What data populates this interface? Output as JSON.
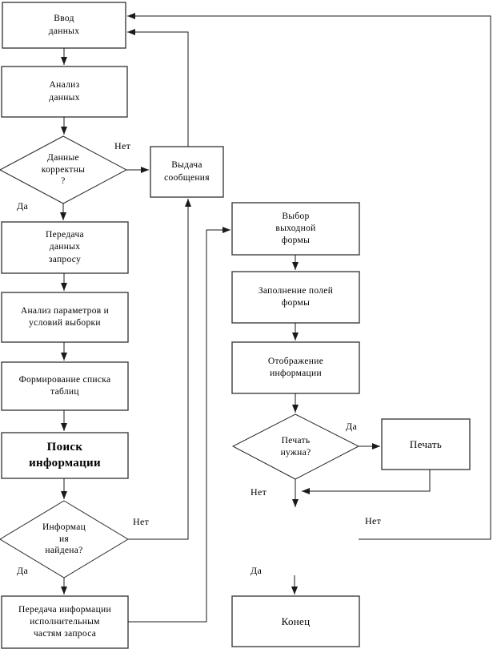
{
  "diagram": {
    "description": "Flowchart of a database query process (Russian)",
    "colors": {
      "background": "#ffffff",
      "line": "#1a1a1a",
      "box_border": "#3f3f3f",
      "text": "#000000"
    },
    "nodes": {
      "input_data": {
        "type": "process",
        "text": "Ввод\nданных"
      },
      "analyze_data": {
        "type": "process",
        "text": "Анализ\nданных"
      },
      "data_correct": {
        "type": "decision",
        "text": "Данные\nкорректны\n?"
      },
      "issue_message": {
        "type": "process",
        "text": "Выдача\nсообщения"
      },
      "transfer_request": {
        "type": "process",
        "text": "Передача\nданных\nзапросу"
      },
      "analyze_params": {
        "type": "process",
        "text": "Анализ параметров и\nусловий выборки"
      },
      "form_table_list": {
        "type": "process",
        "text": "Формирование списка\nтаблиц"
      },
      "search_info": {
        "type": "process",
        "text": "Поиск\nинформации"
      },
      "info_found": {
        "type": "decision",
        "text": "Информац\nия\nнайдена?"
      },
      "transfer_info": {
        "type": "process",
        "text": "Передача информации\nисполнительным\nчастям запроса"
      },
      "choose_output_form": {
        "type": "process",
        "text": "Выбор\nвыходной\nформы"
      },
      "fill_form_fields": {
        "type": "process",
        "text": "Заполнение полей\nформы"
      },
      "display_info": {
        "type": "process",
        "text": "Отображение\nинформации"
      },
      "print_needed": {
        "type": "decision",
        "text": "Печать\nнужна?"
      },
      "print": {
        "type": "process",
        "text": "Печать"
      },
      "end": {
        "type": "process",
        "text": "Конец"
      }
    },
    "labels": {
      "data_correct_no": "Нет",
      "data_correct_yes": "Да",
      "info_found_no": "Нет",
      "info_found_yes": "Да",
      "print_needed_yes": "Да",
      "print_needed_no": "Нет",
      "loop_no": "Нет",
      "end_yes": "Да"
    }
  }
}
